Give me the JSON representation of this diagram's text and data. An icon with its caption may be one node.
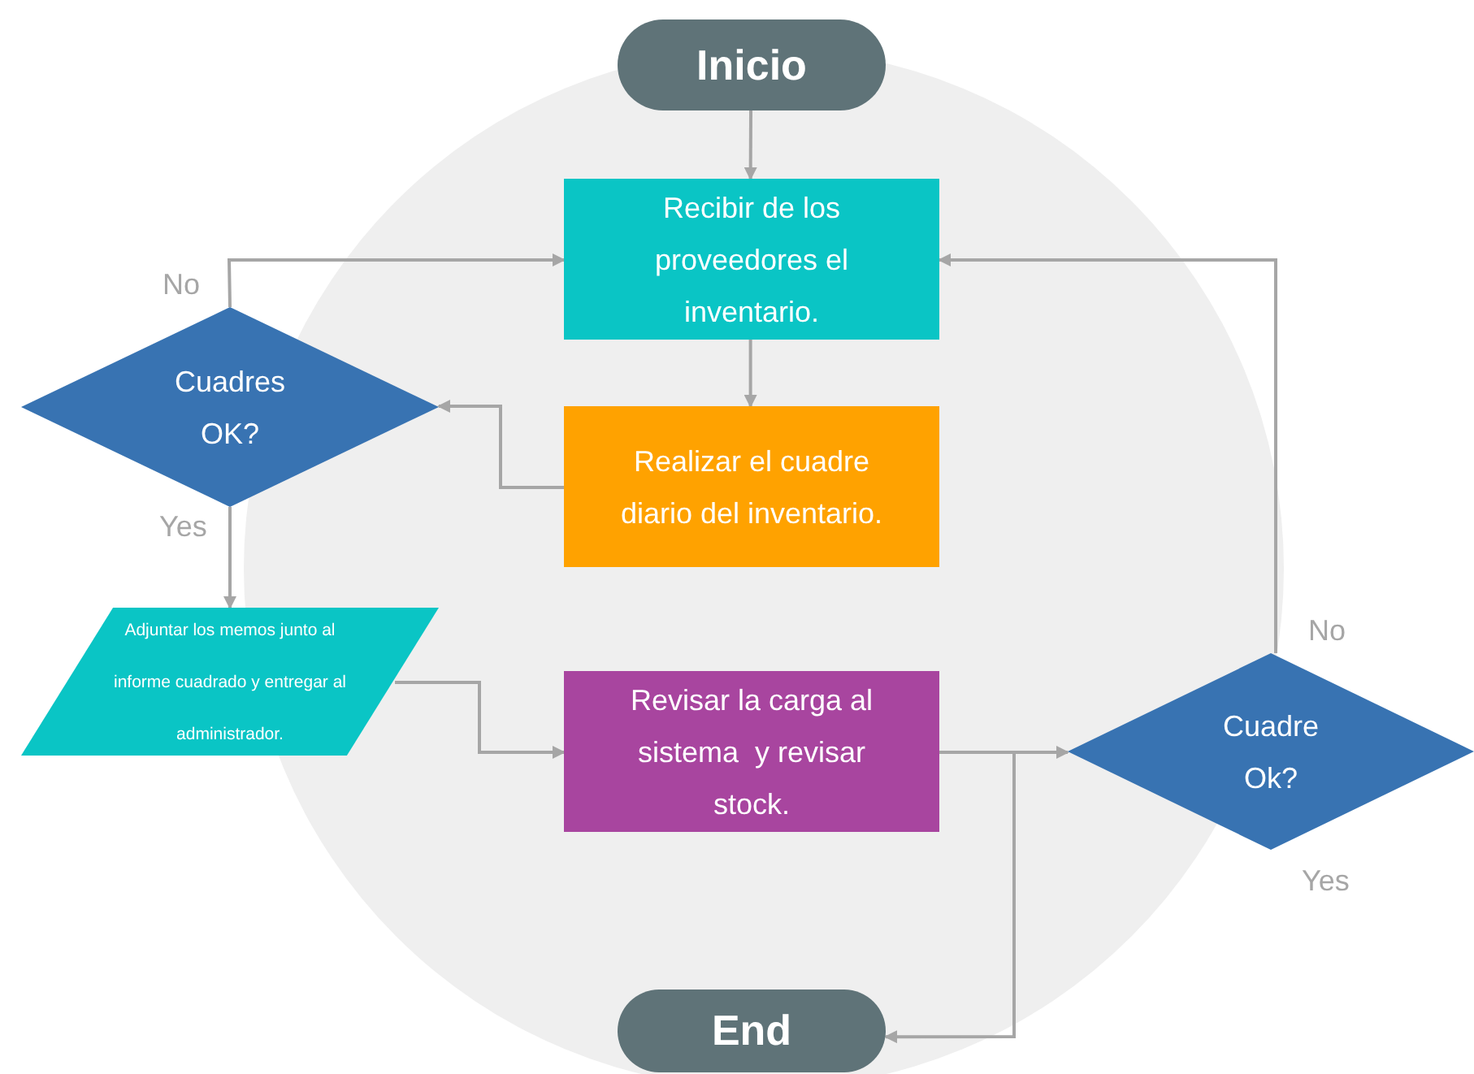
{
  "diagram": {
    "nodes": [
      {
        "text": [
          "Inicio"
        ]
      },
      {
        "text": [
          "Recibir de los proveedores el inventario."
        ]
      },
      {
        "text": [
          "Realizar el cuadre diario del inventario."
        ]
      },
      {
        "text": [
          "Cuadres OK?"
        ]
      },
      {
        "text": [
          "Adjuntar los memos junto al informe cuadrado y entregar al administrador."
        ]
      },
      {
        "text": [
          "Revisar la carga al sistema  y revisar stock."
        ]
      },
      {
        "text": [
          "Cuadre Ok?"
        ],
        "beside": [
          "Yes"
        ]
      },
      {
        "text": [
          "End"
        ]
      }
    ],
    "edges": [
      {
        "from": 0,
        "to": 1,
        "arrow": "to"
      },
      {
        "from": 1,
        "to": 2,
        "arrow": "to"
      },
      {
        "from": 2,
        "to": 3,
        "arrow": "to"
      },
      {
        "from": 3,
        "to": 1,
        "arrow": "to",
        "label": "No"
      },
      {
        "from": 3,
        "to": 4,
        "arrow": "to",
        "label": "Yes"
      },
      {
        "from": 4,
        "to": 5,
        "arrow": "to"
      },
      {
        "from": 5,
        "to": 6,
        "arrow": "to"
      },
      {
        "from": 6,
        "to": 1,
        "arrow": "to",
        "label": "No"
      },
      {
        "from": 5,
        "to": 7,
        "arrow": "to"
      }
    ]
  }
}
